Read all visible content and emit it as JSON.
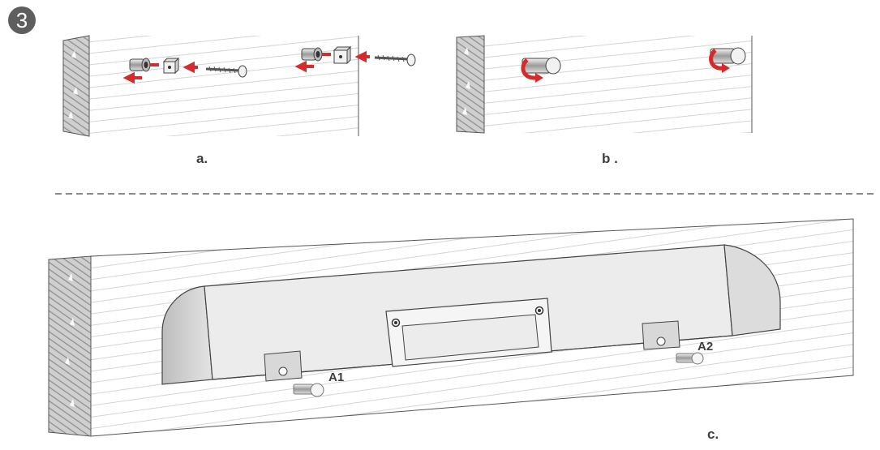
{
  "step_number": "3",
  "panels": {
    "a": {
      "label": "a."
    },
    "b": {
      "label": "b ."
    },
    "c": {
      "label": "c.",
      "anchor_1": "A1",
      "anchor_2": "A2"
    }
  },
  "colors": {
    "arrow": "#d62b2b",
    "wall_hatch": "#9a9a9a",
    "wall_fill": "#c9c9c9",
    "bar_body": "#ececec",
    "bar_cap": "#d0d0d0",
    "divider": "#8a8a8a",
    "line": "#444444"
  }
}
